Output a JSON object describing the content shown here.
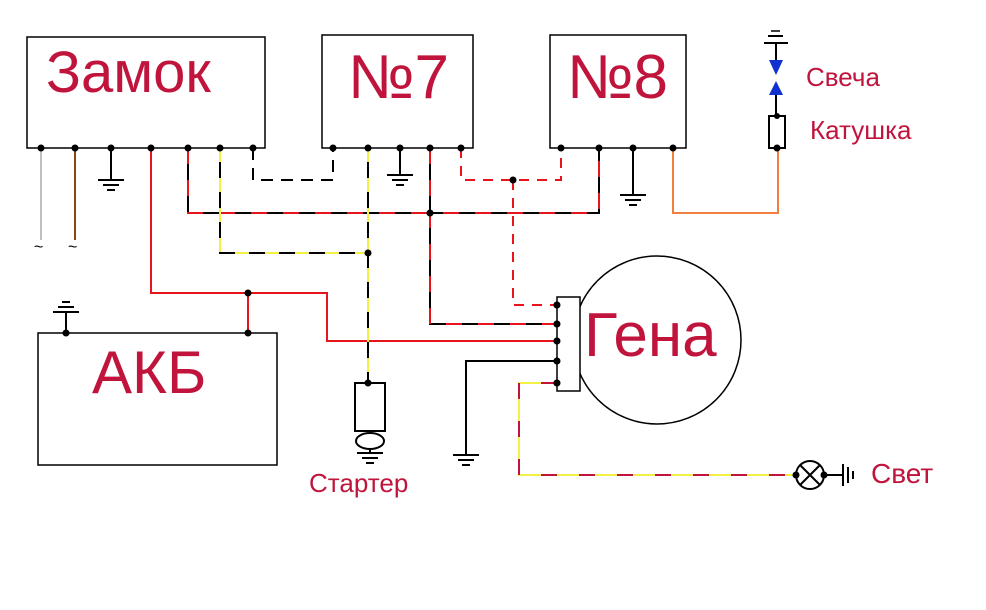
{
  "labels": {
    "lock": "Замок",
    "relay7": "№7",
    "relay8": "№8",
    "generator": "Гена",
    "battery": "АКБ",
    "spark_plug": "Свеча",
    "coil": "Катушка",
    "starter": "Стартер",
    "light": "Свет",
    "ac_1": "~",
    "ac_2": "~"
  },
  "colors": {
    "label": "#c0143c",
    "red": "#e8141c",
    "yellow": "#f5f046",
    "black": "#000000",
    "orange": "#f08040",
    "brown": "#8b4513",
    "gray": "#c0c0c0",
    "blue": "#1030d0"
  }
}
